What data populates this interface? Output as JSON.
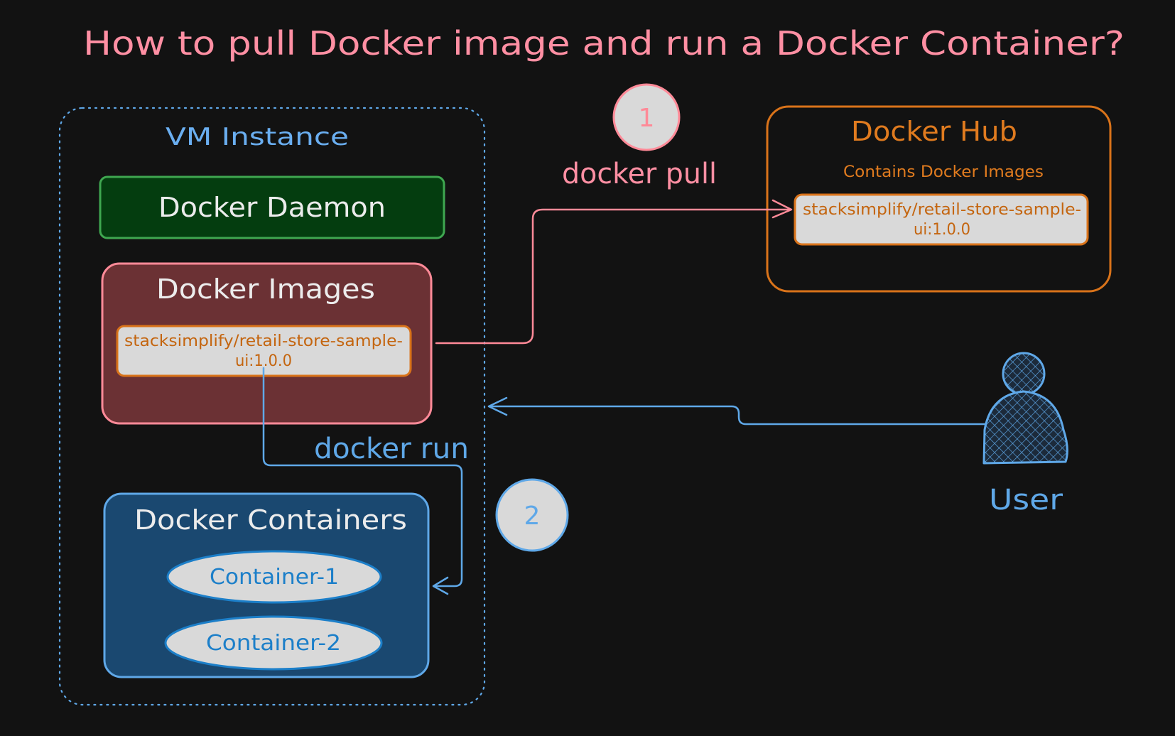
{
  "title": "How to pull Docker image and run a Docker Container?",
  "vm_instance": {
    "label": "VM Instance"
  },
  "docker_daemon": {
    "label": "Docker Daemon"
  },
  "docker_images": {
    "label": "Docker Images",
    "image_line1": "stacksimplify/retail-store-sample-",
    "image_line2": "ui:1.0.0"
  },
  "docker_containers": {
    "label": "Docker Containers",
    "containers": [
      "Container-1",
      "Container-2"
    ]
  },
  "docker_hub": {
    "label": "Docker Hub",
    "subtitle": "Contains Docker Images",
    "image_line1": "stacksimplify/retail-store-sample-",
    "image_line2": "ui:1.0.0"
  },
  "steps": {
    "pull": {
      "number": "1",
      "command": "docker pull"
    },
    "run": {
      "number": "2",
      "command": "docker run"
    }
  },
  "user": {
    "label": "User"
  },
  "colors": {
    "background": "#121212",
    "title": "#ff8fa3",
    "vm_border": "#5fa8e8",
    "vm_label": "#6aaef0",
    "daemon_fill": "#043d0f",
    "daemon_border": "#3fa750",
    "images_fill": "#6b3134",
    "images_border": "#ff8a98",
    "image_chip_fill": "#d9d9d9",
    "image_chip_border": "#d9731a",
    "image_text": "#c4650f",
    "containers_fill": "#1a4870",
    "containers_border": "#5fa8e8",
    "container_text": "#1c7fc9",
    "hub_border": "#d9731a",
    "hub_label": "#e07b1f",
    "pull_color": "#ff8a98",
    "run_color": "#5fa8e8",
    "node_text_light": "#ececec",
    "step_fill": "#d9d9d9"
  }
}
